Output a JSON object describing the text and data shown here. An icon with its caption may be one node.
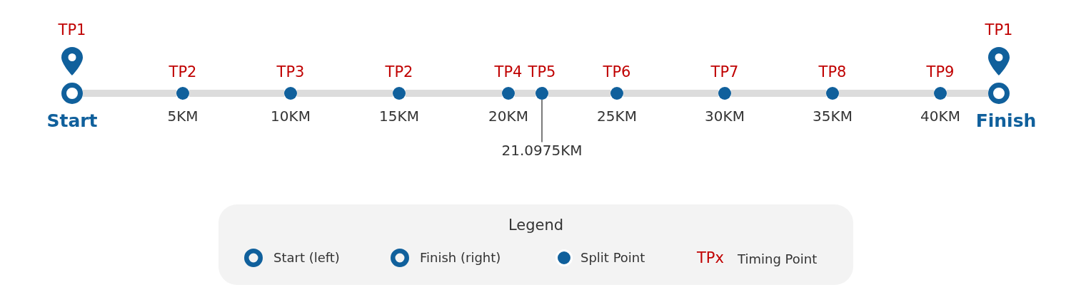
{
  "diagram": {
    "nodes": [
      {
        "text": [],
        "shape": "circle",
        "beside": [
          "TP1",
          "Start"
        ]
      },
      {
        "text": [],
        "shape": "circle",
        "beside": [
          "TP2",
          "5KM"
        ]
      },
      {
        "text": [],
        "shape": "circle",
        "beside": [
          "TP3",
          "10KM"
        ]
      },
      {
        "text": [],
        "shape": "circle",
        "beside": [
          "TP2",
          "15KM"
        ]
      },
      {
        "text": [],
        "shape": "circle",
        "beside": [
          "TP4",
          "20KM"
        ]
      },
      {
        "text": [],
        "shape": "circle",
        "beside": [
          "TP5"
        ]
      },
      {
        "text": [],
        "shape": "circle",
        "beside": [
          "TP6",
          "25KM"
        ]
      },
      {
        "text": [],
        "shape": "circle",
        "beside": [
          "TP7",
          "30KM"
        ]
      },
      {
        "text": [],
        "shape": "circle",
        "beside": [
          "TP8",
          "35KM"
        ]
      },
      {
        "text": [],
        "shape": "circle",
        "beside": [
          "TP9",
          "40KM"
        ]
      },
      {
        "text": [],
        "shape": "circle",
        "beside": [
          "TP1",
          "Finish"
        ]
      },
      {
        "text": [
          "21.0975KM"
        ]
      }
    ],
    "edges": [
      {
        "from": 0,
        "to": 1,
        "arrow": "none"
      },
      {
        "from": 1,
        "to": 2,
        "arrow": "none"
      },
      {
        "from": 2,
        "to": 3,
        "arrow": "none"
      },
      {
        "from": 3,
        "to": 4,
        "arrow": "none"
      },
      {
        "from": 4,
        "to": 5,
        "arrow": "none"
      },
      {
        "from": 5,
        "to": 6,
        "arrow": "none"
      },
      {
        "from": 6,
        "to": 7,
        "arrow": "none"
      },
      {
        "from": 7,
        "to": 8,
        "arrow": "none"
      },
      {
        "from": 8,
        "to": 9,
        "arrow": "none"
      },
      {
        "from": 9,
        "to": 10,
        "arrow": "none"
      },
      {
        "from": 11,
        "to": 5,
        "arrow": "none",
        "color": "#333333"
      }
    ],
    "labels": [
      "Legend",
      "TPx"
    ],
    "legend": [
      {
        "text": "Start (left)"
      },
      {
        "text": "Finish (right)"
      },
      {
        "text": "Split Point"
      },
      {
        "text": "Timing Point"
      }
    ]
  }
}
